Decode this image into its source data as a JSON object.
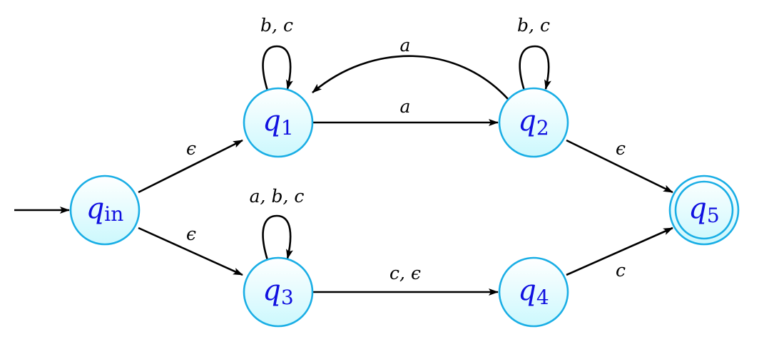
{
  "diagram": {
    "type": "finite-automaton",
    "colors": {
      "state_border": "#1aaee5",
      "state_fill_top": "#ffffff",
      "state_fill_bottom": "#ccf8fd",
      "state_text": "#1010e0",
      "edge": "#000000",
      "label": "#000000"
    },
    "states": [
      {
        "id": "qin",
        "base": "q",
        "sub": "in",
        "initial": true,
        "accepting": false
      },
      {
        "id": "q1",
        "base": "q",
        "sub": "1",
        "initial": false,
        "accepting": false
      },
      {
        "id": "q2",
        "base": "q",
        "sub": "2",
        "initial": false,
        "accepting": false
      },
      {
        "id": "q3",
        "base": "q",
        "sub": "3",
        "initial": false,
        "accepting": false
      },
      {
        "id": "q4",
        "base": "q",
        "sub": "4",
        "initial": false,
        "accepting": false
      },
      {
        "id": "q5",
        "base": "q",
        "sub": "5",
        "initial": false,
        "accepting": true
      }
    ],
    "transitions": [
      {
        "from": "qin",
        "to": "q1",
        "label": "ϵ"
      },
      {
        "from": "qin",
        "to": "q3",
        "label": "ϵ"
      },
      {
        "from": "q1",
        "to": "q1",
        "label": "b, c"
      },
      {
        "from": "q1",
        "to": "q2",
        "label": "a"
      },
      {
        "from": "q2",
        "to": "q1",
        "label": "a"
      },
      {
        "from": "q2",
        "to": "q2",
        "label": "b, c"
      },
      {
        "from": "q2",
        "to": "q5",
        "label": "ϵ"
      },
      {
        "from": "q3",
        "to": "q3",
        "label": "a, b, c"
      },
      {
        "from": "q3",
        "to": "q4",
        "label": "c, ϵ"
      },
      {
        "from": "q4",
        "to": "q5",
        "label": "c"
      }
    ]
  }
}
